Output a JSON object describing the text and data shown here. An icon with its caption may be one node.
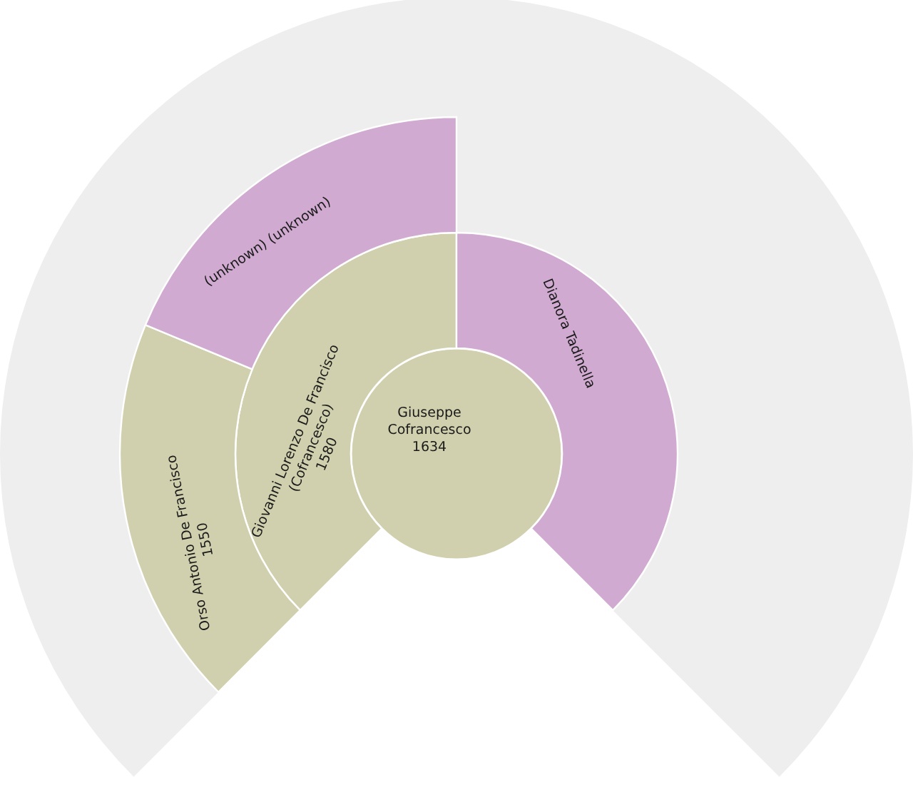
{
  "diagram": {
    "nodes": [
      {
        "text": [
          "Giuseppe Cofrancesco",
          "1634"
        ]
      },
      {
        "text": [
          "Giovanni Lorenzo De Francisco (Cofrancesco)",
          "1580"
        ]
      },
      {
        "text": [
          "Dianora Tadinella"
        ]
      },
      {
        "text": [
          "Orso Antonio De Francisco",
          "1550"
        ]
      },
      {
        "text": [
          "(unknown) (unknown)"
        ]
      }
    ]
  }
}
